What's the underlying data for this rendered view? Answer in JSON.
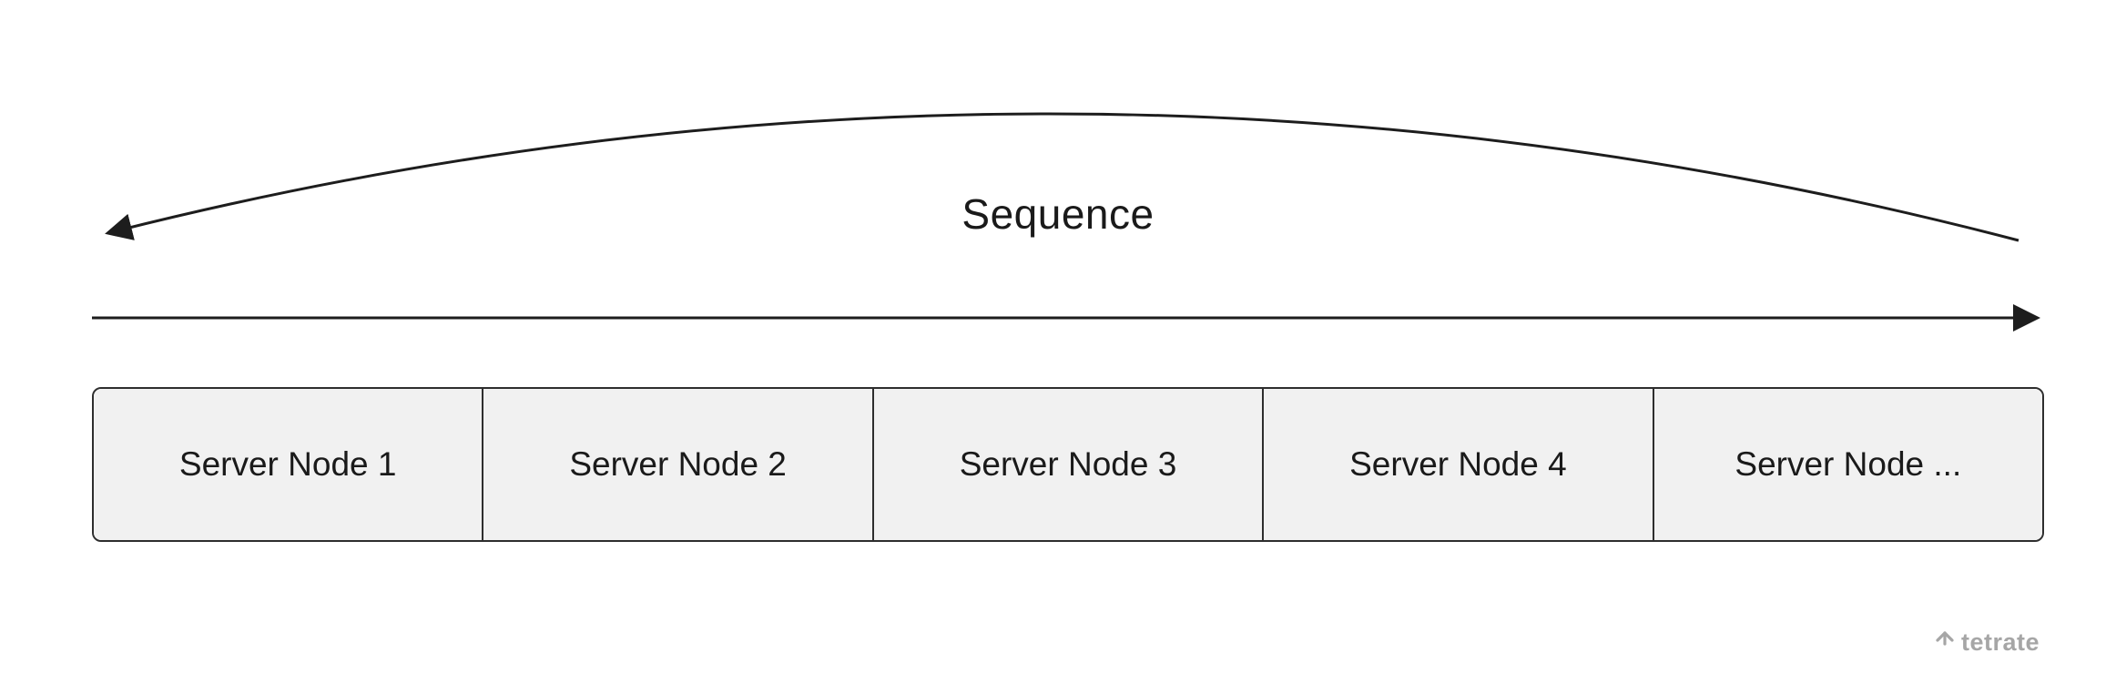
{
  "diagram": {
    "sequence_label": "Sequence",
    "nodes": [
      {
        "label": "Server Node 1"
      },
      {
        "label": "Server Node 2"
      },
      {
        "label": "Server Node 3"
      },
      {
        "label": "Server Node 4"
      },
      {
        "label": "Server Node ..."
      }
    ],
    "watermark": "tetrate"
  },
  "colors": {
    "background": "#ffffff",
    "arrow_color": "#1d1d1d",
    "node_fill": "#f1f1f1",
    "node_border": "#2e2e2e",
    "text_color": "#1a1a1a",
    "watermark_color": "#a6a6a6"
  }
}
